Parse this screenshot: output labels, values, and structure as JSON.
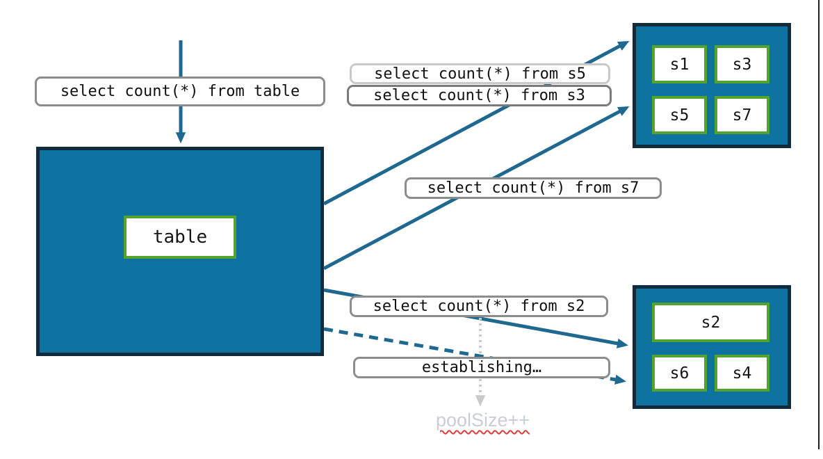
{
  "queries": {
    "table": "select count(*) from table",
    "s5": "select count(*) from s5",
    "s3": "select count(*) from s3",
    "s7": "select count(*) from s7",
    "s2": "select count(*) from s2",
    "establishing": "establishing…",
    "pool_size": "poolSize++"
  },
  "nodes": {
    "table_label": "table",
    "top_shards": [
      "s1",
      "s3",
      "s5",
      "s7"
    ],
    "bottom_shards": [
      "s2",
      "s6",
      "s4"
    ]
  },
  "colors": {
    "node_fill": "#0E73A0",
    "node_border": "#0F2B3C",
    "shard_border": "#53A32E",
    "arrow": "#1F6890",
    "label_border": "#8C8C8C",
    "label_border_light": "#C9C9C9",
    "label_border_dark": "#7A7A7A",
    "dotted_gray": "#C9C9C9",
    "muted": "#C9CED4",
    "squiggle": "#E23B3B",
    "page_edge": "#1F1F1F"
  }
}
